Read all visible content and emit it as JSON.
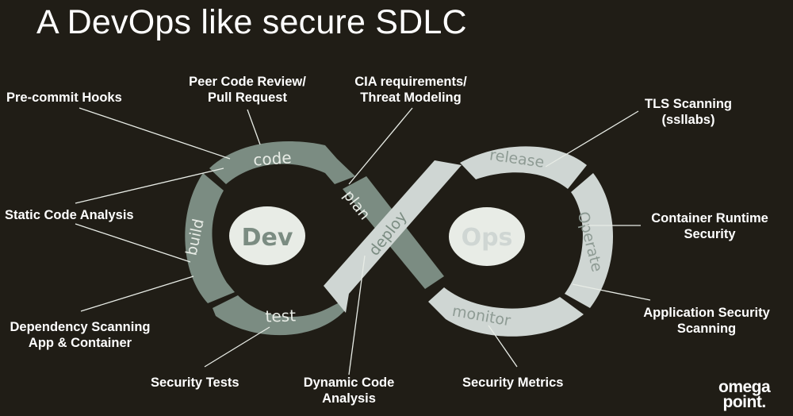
{
  "slide": {
    "title": "A DevOps like secure SDLC",
    "colors": {
      "background": "#201d16",
      "dev_loop": "#7b8c82",
      "ops_loop": "#cfd6d3",
      "hub": "#e8ece6",
      "text": "#ffffff"
    }
  },
  "diagram": {
    "hubs": {
      "dev": "Dev",
      "ops": "Ops"
    },
    "stages": {
      "code": "code",
      "plan": "plan",
      "build": "build",
      "test": "test",
      "deploy": "deploy",
      "release": "release",
      "operate": "Operate",
      "monitor": "monitor"
    }
  },
  "callouts": {
    "pre_commit": "Pre-commit Hooks",
    "peer_review": [
      "Peer Code Review/",
      "Pull Request"
    ],
    "cia": [
      "CIA requirements/",
      "Threat Modeling"
    ],
    "tls": [
      "TLS Scanning",
      "(ssllabs)"
    ],
    "static_analysis": "Static Code Analysis",
    "container_runtime": [
      "Container Runtime",
      "Security"
    ],
    "dependency": [
      "Dependency Scanning",
      "App & Container"
    ],
    "app_scanning": [
      "Application Security",
      "Scanning"
    ],
    "security_tests": "Security Tests",
    "dynamic": [
      "Dynamic Code",
      "Analysis"
    ],
    "metrics": "Security Metrics"
  },
  "logo": {
    "line1": "omega",
    "line2": "point."
  }
}
